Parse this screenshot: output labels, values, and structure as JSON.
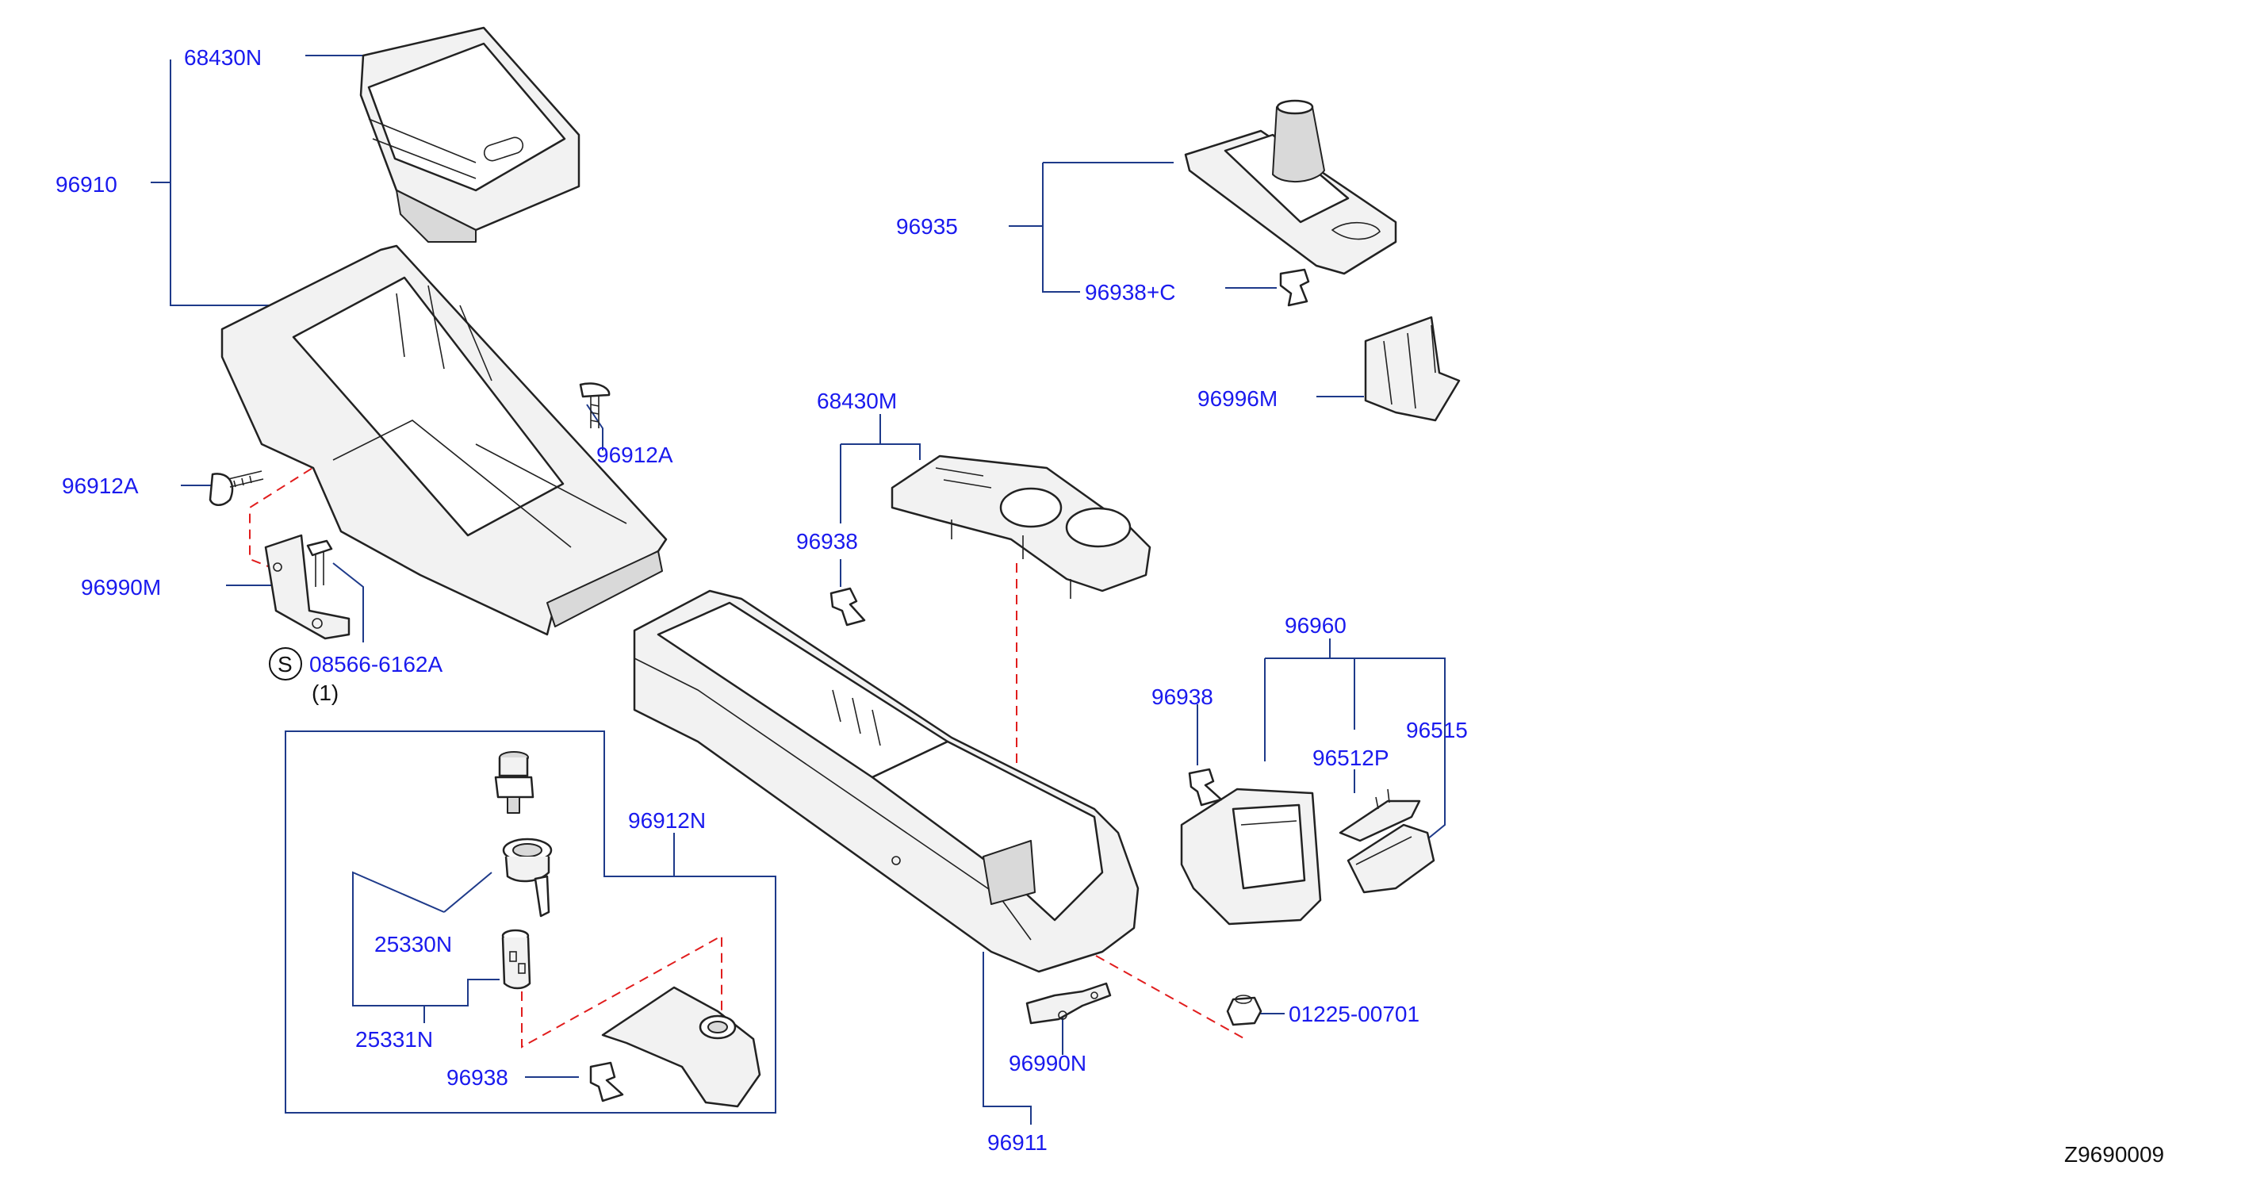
{
  "labels": {
    "p68430N": "68430N",
    "p96910": "96910",
    "p96912A_left": "96912A",
    "p96912A_right": "96912A",
    "p96990M": "96990M",
    "p08566": "08566-6162A",
    "qty1": "(1)",
    "s_mark": "S",
    "p96935": "96935",
    "p96938C": "96938+C",
    "p96996M": "96996M",
    "p68430M": "68430M",
    "p96938_mid": "96938",
    "p96960": "96960",
    "p96938_right": "96938",
    "p96515": "96515",
    "p96512P": "96512P",
    "p96912N": "96912N",
    "p25330N": "25330N",
    "p25331N": "25331N",
    "p96938_bottom": "96938",
    "p01225": "01225-00701",
    "p96990N": "96990N",
    "p96911": "96911",
    "diagram_code": "Z9690009"
  }
}
